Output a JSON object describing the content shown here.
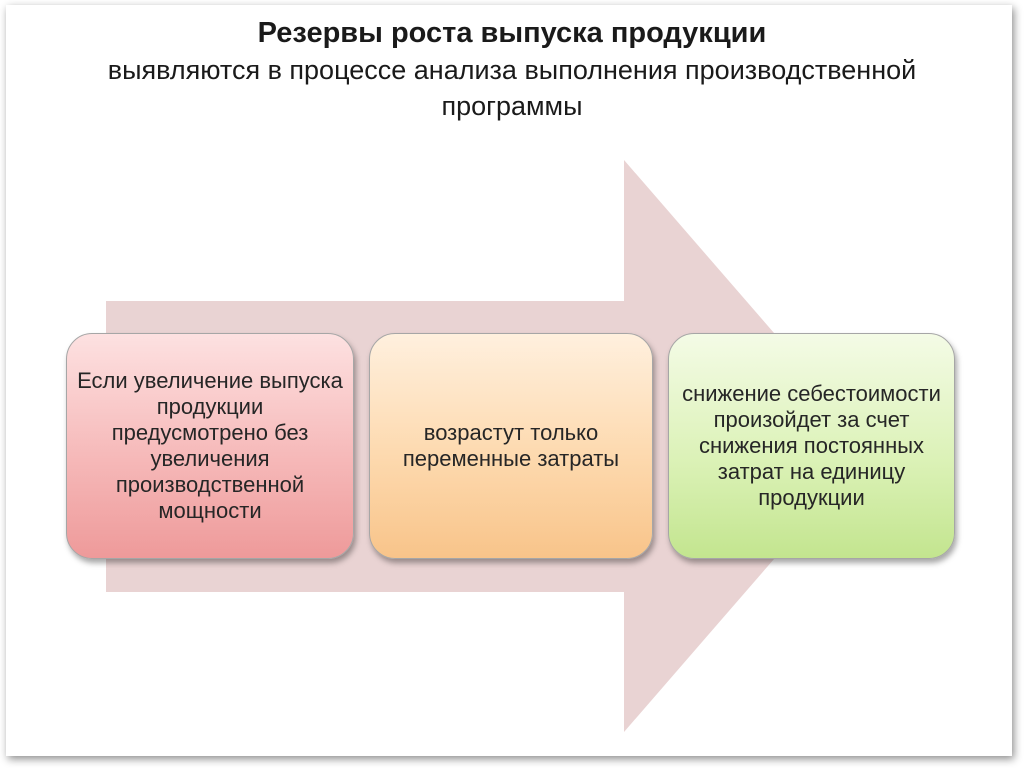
{
  "title": {
    "main": "Резервы роста выпуска продукции",
    "subtitle": "выявляются в процессе анализа выполнения производственной программы"
  },
  "steps": [
    {
      "text": "Если увеличение выпуска продукции предусмотрено без увеличения производственной мощности"
    },
    {
      "text": "возрастут только переменные затраты"
    },
    {
      "text": "снижение себестоимости произойдет за счет снижения постоянных затрат на единицу продукции"
    }
  ],
  "colors": {
    "arrow": "#e9d3d3",
    "step1": "#f6b9b9",
    "step2": "#fdd9ae",
    "step3": "#dcf2b8"
  }
}
